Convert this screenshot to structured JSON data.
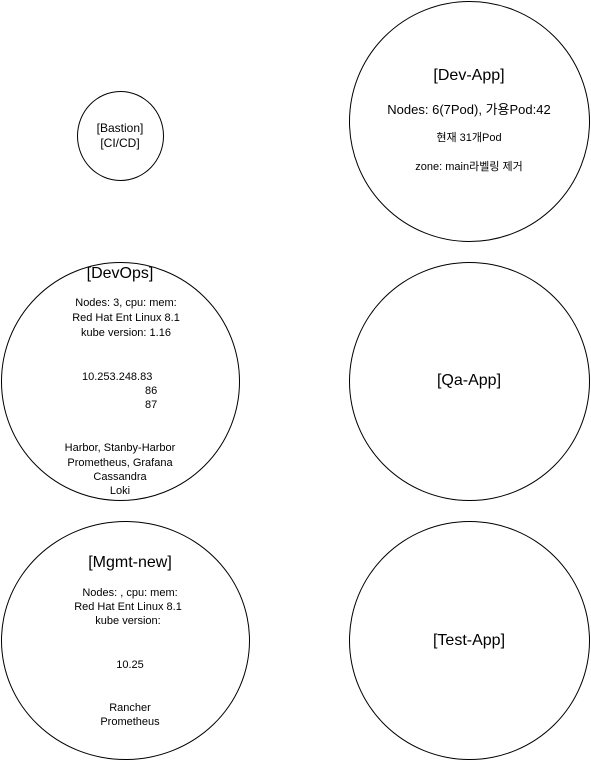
{
  "diagram": {
    "bastion": {
      "line1": "[Bastion]",
      "line2": "[CI/CD]"
    },
    "dev_app": {
      "title": "[Dev-App]",
      "line1": "Nodes: 6(7Pod), 가용Pod:42",
      "line2": "현재 31개Pod",
      "line3": "zone: main라벨링 제거"
    },
    "devops": {
      "title": "[DevOps]",
      "line1": "Nodes: 3,  cpu:  mem:",
      "line2": "Red Hat Ent Linux 8.1",
      "line3": "kube version: 1.16",
      "ip1": "10.253.248.83",
      "ip2": "86",
      "ip3": "87",
      "svc1": "Harbor, Stanby-Harbor",
      "svc2": "Prometheus, Grafana",
      "svc3": "Cassandra",
      "svc4": "Loki"
    },
    "qa_app": {
      "title": "[Qa-App]"
    },
    "mgmt_new": {
      "title": "[Mgmt-new]",
      "line1": "Nodes: ,  cpu:  mem:",
      "line2": "Red Hat Ent Linux 8.1",
      "line3": "kube version:",
      "ip1": "10.25",
      "svc1": "Rancher",
      "svc2": "Prometheus"
    },
    "test_app": {
      "title": "[Test-App]"
    }
  }
}
